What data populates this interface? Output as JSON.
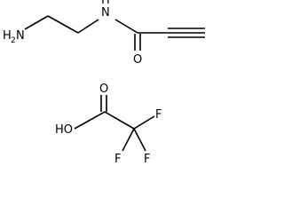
{
  "molecule_1": {
    "atoms": {
      "amine": "H2N",
      "amine_h": "H",
      "amine_sub": "2",
      "amine_n": "N",
      "amide_n": "N",
      "amide_h": "H",
      "carbonyl_o": "O"
    }
  },
  "molecule_2": {
    "atoms": {
      "hydroxyl": "HO",
      "carbonyl_o": "O",
      "fluorine_top": "F",
      "fluorine_left": "F",
      "fluorine_right": "F"
    }
  }
}
